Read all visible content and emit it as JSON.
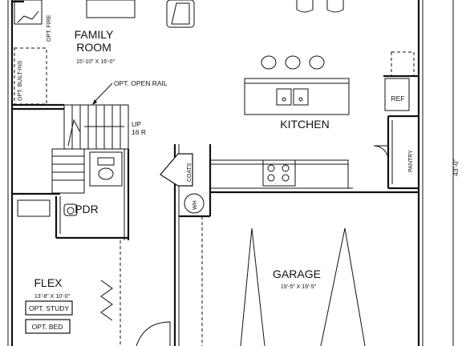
{
  "rooms": {
    "family_room": {
      "name_line1": "FAMILY",
      "name_line2": "ROOM",
      "dims": "15'-10\" X 16'-0\""
    },
    "kitchen": {
      "name": "KITCHEN"
    },
    "garage": {
      "name": "GARAGE",
      "dims": "19'-5\" X 19'-5\""
    },
    "flex": {
      "name": "FLEX",
      "dims": "13'-8\" X 10'-0\""
    },
    "powder": {
      "name": "PDR"
    },
    "pantry": {
      "name": "PANTRY"
    },
    "coats": {
      "name": "COATS"
    }
  },
  "fixtures": {
    "refrigerator": "REF",
    "water_heater": "WH"
  },
  "notes": {
    "opt_fire": "OPT. FIRE",
    "opt_built_ins": "OPT. BUILT-INS",
    "opt_open_rail": "OPT. OPEN RAIL",
    "stairs_up": "UP",
    "stairs_risers": "16 R",
    "opt_study": "OPT. STUDY",
    "opt_bed": "OPT. BED"
  },
  "dimensions": {
    "overall_depth": "43'-0\""
  }
}
